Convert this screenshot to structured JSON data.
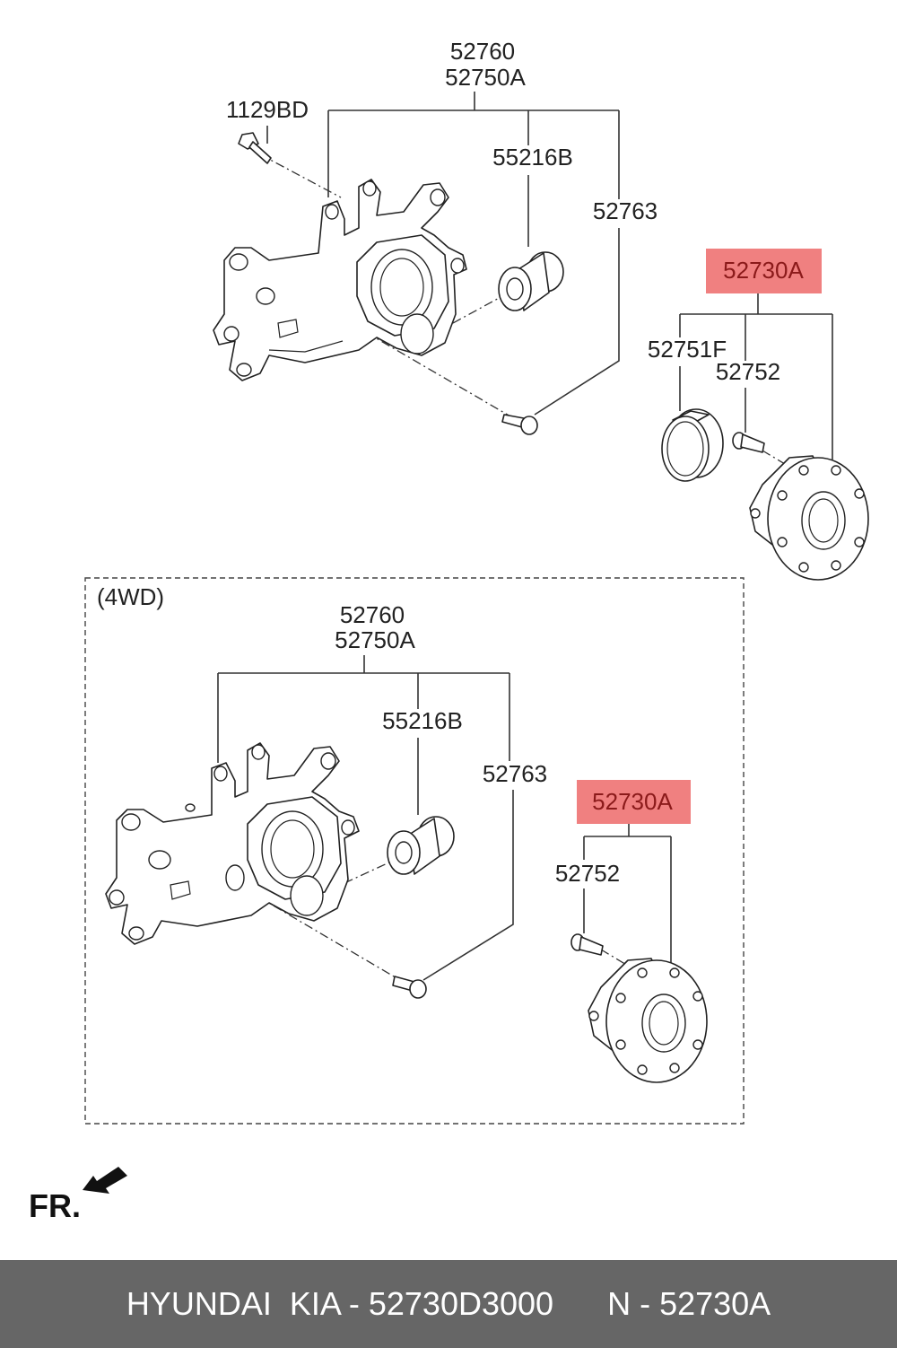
{
  "diagram": {
    "main": {
      "labels": {
        "assembly_line1": "52760",
        "assembly_line2": "52750A",
        "bolt": "1129BD",
        "bushing": "55216B",
        "pin": "52763",
        "hub_assembly": "52730A",
        "cover": "52751F",
        "stud": "52752"
      }
    },
    "awd_box": {
      "title": "(4WD)",
      "labels": {
        "assembly_line1": "52760",
        "assembly_line2": "52750A",
        "bushing": "55216B",
        "pin": "52763",
        "hub_assembly": "52730A",
        "stud": "52752"
      }
    },
    "direction": {
      "label": "FR.",
      "icon": "front-arrow-icon"
    },
    "highlight_color": "#f08080"
  },
  "footer": {
    "brand": "HYUNDAI  KIA - 52730D3000",
    "part_ref": "N - 52730A"
  }
}
